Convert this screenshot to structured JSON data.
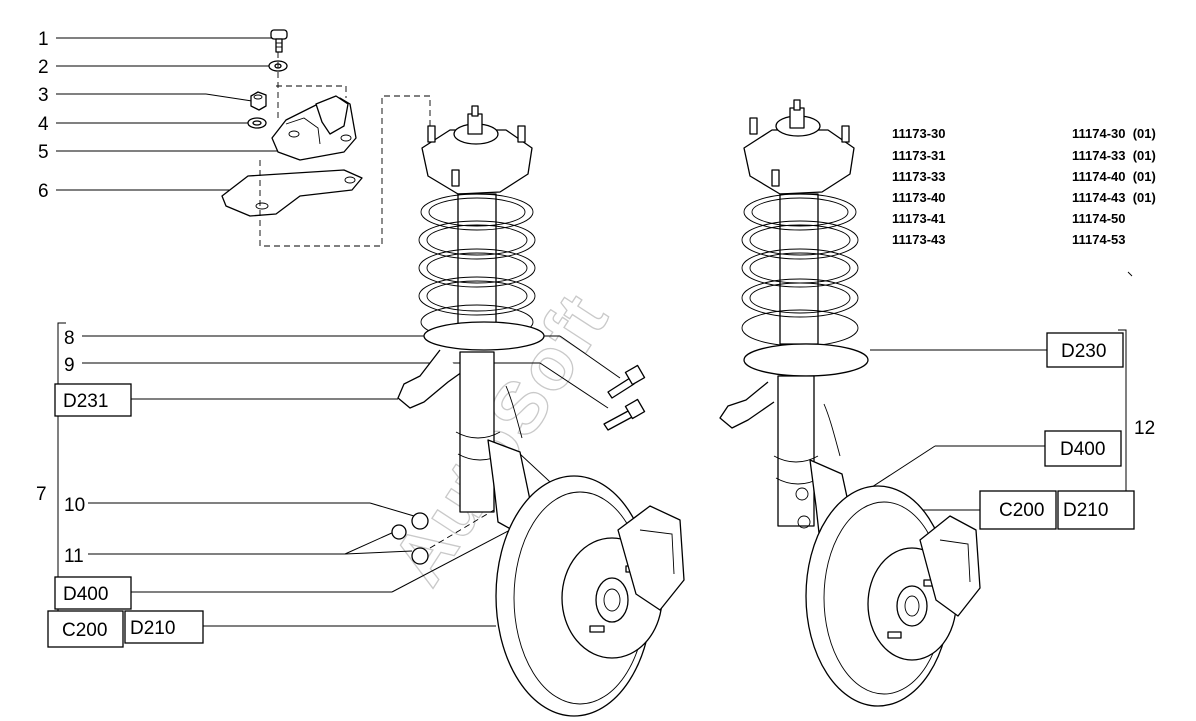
{
  "callouts": {
    "n1": "1",
    "n2": "2",
    "n3": "3",
    "n4": "4",
    "n5": "5",
    "n6": "6",
    "n7": "7",
    "n8": "8",
    "n9": "9",
    "n10": "10",
    "n11": "11",
    "n12": "12"
  },
  "ref_codes": {
    "left_d231": "D231",
    "left_d400": "D400",
    "left_c200": "C200",
    "left_d210": "D210",
    "right_d230": "D230",
    "right_d400": "D400",
    "right_c200": "C200",
    "right_d210": "D210"
  },
  "models_left": [
    "11173-30",
    "11173-31",
    "11173-33",
    "11173-40",
    "11173-41",
    "11173-43"
  ],
  "models_right": [
    "11174-30  (01)",
    "11174-33  (01)",
    "11174-40  (01)",
    "11174-43  (01)",
    "11174-50",
    "11174-53"
  ],
  "watermark": "AutoSoft"
}
